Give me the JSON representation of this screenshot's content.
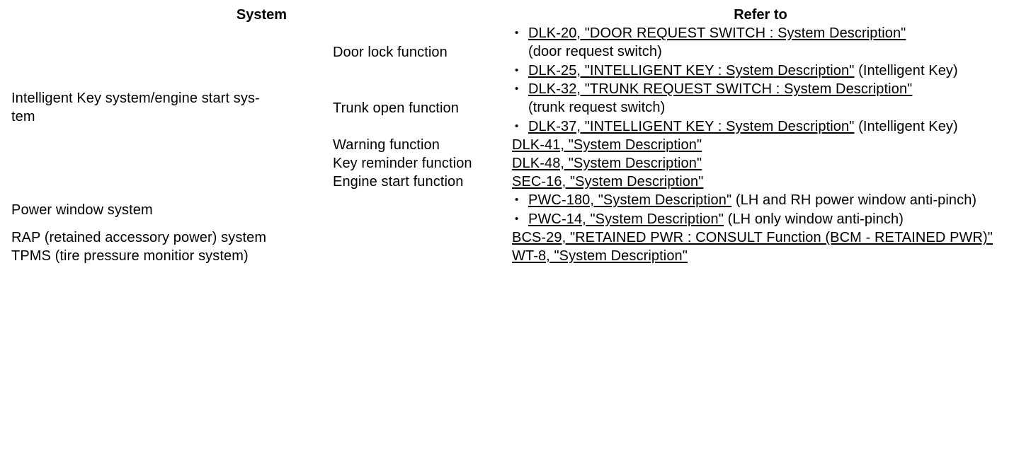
{
  "table": {
    "headers": {
      "system": "System",
      "refer_to": "Refer to"
    },
    "rows": [
      {
        "system": "Intelligent Key system/engine start sys-­tem",
        "system_line1": "Intelligent Key system/engine start sys-",
        "system_line2": "tem",
        "functions": [
          {
            "name": "Door lock function",
            "refer_items": [
              {
                "link": "DLK-20, \"DOOR REQUEST SWITCH : System Description\"",
                "suffix": "(door request switch)",
                "suffix_wraps": true
              },
              {
                "link": "DLK-25, \"INTELLIGENT KEY : System Description\"",
                "suffix": "(Intelligent Key)",
                "suffix_wraps": false
              }
            ]
          },
          {
            "name": "Trunk open function",
            "refer_items": [
              {
                "link": "DLK-32, \"TRUNK REQUEST SWITCH : System Description\"",
                "suffix": "(trunk request switch)",
                "suffix_wraps": true
              },
              {
                "link": "DLK-37, \"INTELLIGENT KEY : System Description\"",
                "suffix": "(Intelligent Key)",
                "suffix_wraps": false
              }
            ]
          },
          {
            "name": "Warning function",
            "refer_single": "DLK-41, \"System Description\""
          },
          {
            "name": "Key reminder function",
            "refer_single": "DLK-48, \"System Description\""
          },
          {
            "name": "Engine start function",
            "refer_single": "SEC-16, \"System Description\""
          }
        ]
      },
      {
        "system": "Power window system",
        "refer_items": [
          {
            "link": "PWC-180, \"System Description\"",
            "suffix": "(LH and RH power window anti-pinch)"
          },
          {
            "link": "PWC-14, \"System Description\"",
            "suffix": "(LH only window anti-pinch)"
          }
        ]
      },
      {
        "system": "RAP (retained accessory power) system",
        "refer_single": "BCS-29, \"RETAINED PWR : CONSULT Function (BCM - RETAINED PWR)\""
      },
      {
        "system": "TPMS (tire pressure monitior system)",
        "refer_single": "WT-8, \"System Description\""
      }
    ]
  }
}
